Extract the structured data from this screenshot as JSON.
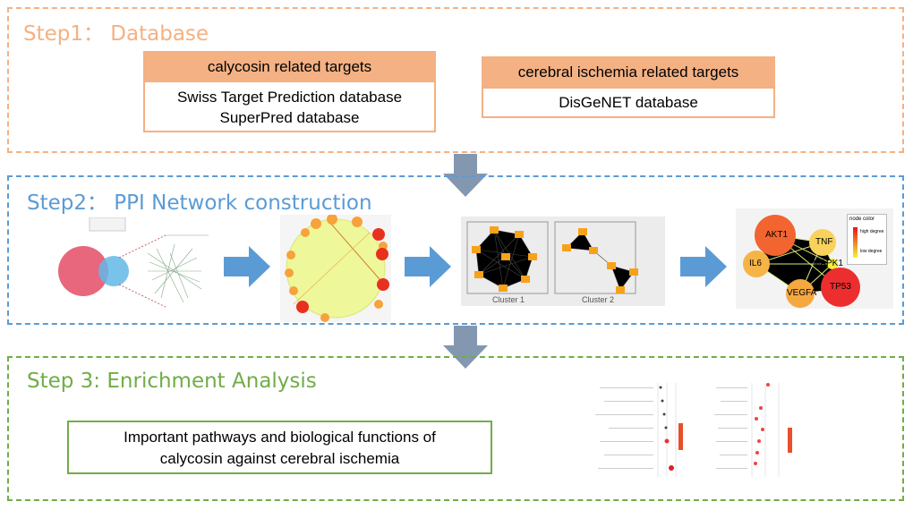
{
  "colors": {
    "step1": "#f4b183",
    "step2": "#5b9bd5",
    "step3": "#70ad47",
    "arrow_right": "#5b9bd5",
    "arrow_down": "#8497b0"
  },
  "step1": {
    "title": "Step1：  Database",
    "box1": {
      "header": "calycosin related targets",
      "lines": [
        "Swiss Target Prediction database",
        "SuperPred database"
      ]
    },
    "box2": {
      "header": "cerebral ischemia related targets",
      "lines": [
        "DisGeNET database"
      ]
    }
  },
  "step2": {
    "title": "Step2：  PPI Network construction",
    "clusters": [
      "Cluster  1",
      "Cluster  2"
    ],
    "hub_nodes": [
      "AKT1",
      "TNF",
      "IL6",
      "MAPK1",
      "VEGFA",
      "TP53"
    ],
    "legend": {
      "title": "node color",
      "high": "high degree",
      "low": "low degree"
    }
  },
  "step3": {
    "title": "Step 3: Enrichment  Analysis",
    "box": {
      "lines": [
        "Important pathways and biological functions of",
        "calycosin against cerebral ischemia"
      ]
    }
  }
}
